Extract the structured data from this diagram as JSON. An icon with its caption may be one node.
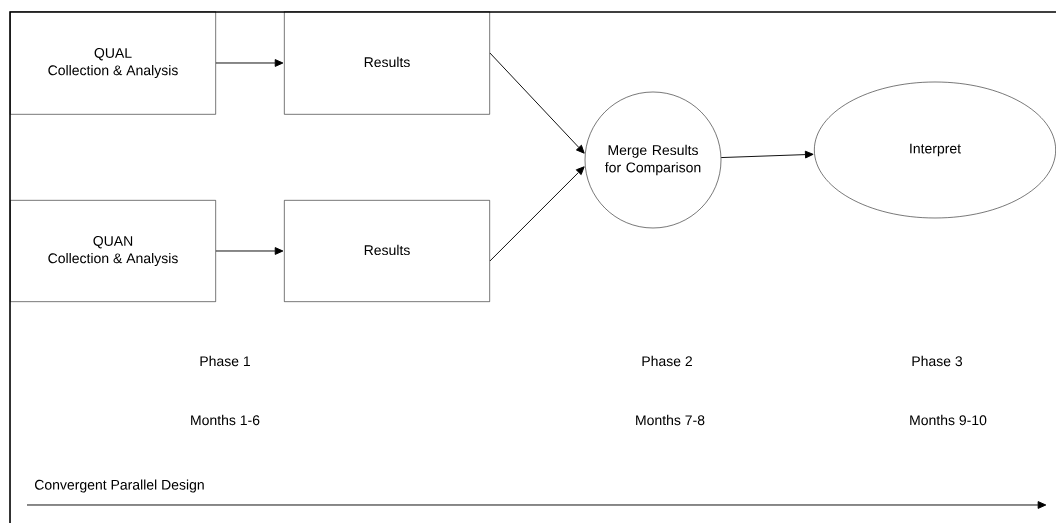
{
  "diagram": {
    "nodes": [
      {
        "text": [
          "QUAL",
          "Collection & Analysis"
        ]
      },
      {
        "text": [
          "Results"
        ]
      },
      {
        "text": [
          "QUAN",
          "Collection & Analysis"
        ]
      },
      {
        "text": [
          "Results"
        ]
      },
      {
        "text": [
          "Merge Results for Comparison"
        ]
      },
      {
        "text": [
          "Interpret"
        ]
      }
    ],
    "edges": [
      {
        "from": 0,
        "to": 1,
        "arrow": "to"
      },
      {
        "from": 1,
        "to": 4,
        "arrow": "to"
      },
      {
        "from": 2,
        "to": 3,
        "arrow": "to"
      },
      {
        "from": 3,
        "to": 4,
        "arrow": "to"
      },
      {
        "from": 4,
        "to": 5,
        "arrow": "to"
      }
    ],
    "labels": [
      "Phase 1",
      "Phase 2",
      "Phase 3",
      "Months 1-6",
      "Months 7-8",
      "Months 9-10",
      "Convergent Parallel Design"
    ]
  }
}
